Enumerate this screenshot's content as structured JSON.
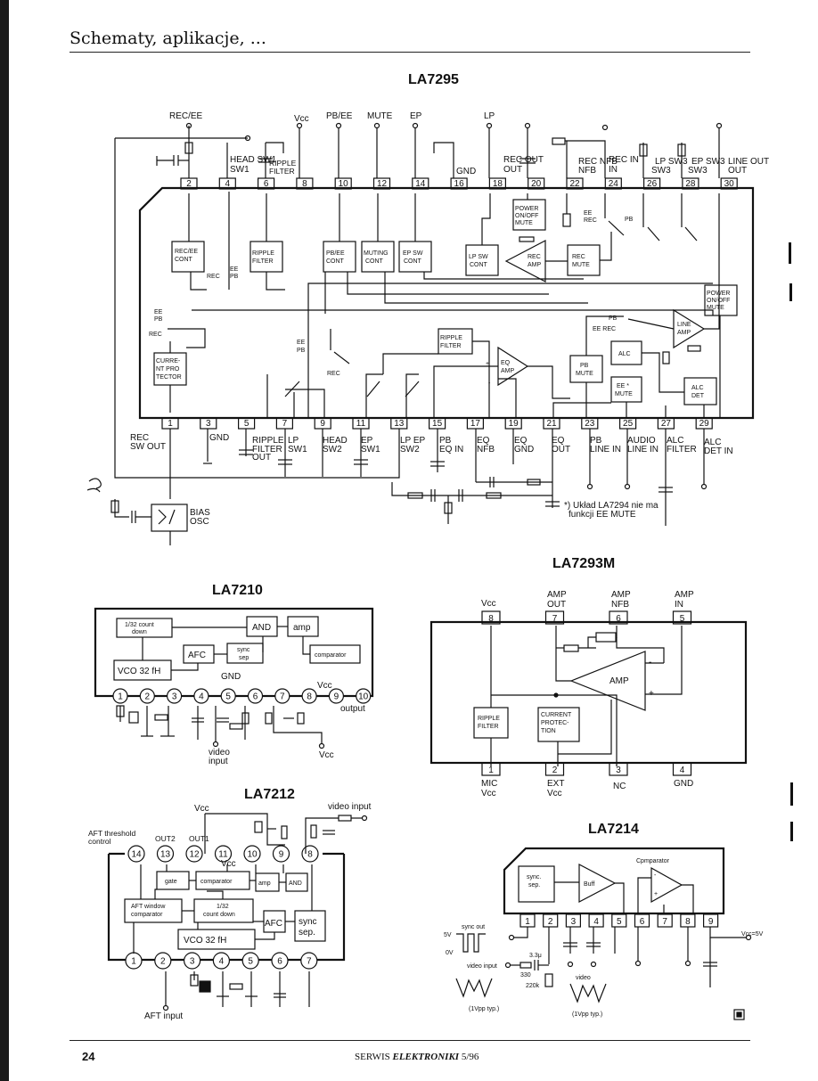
{
  "header": {
    "title": "Schematy, aplikacje, ..."
  },
  "footer": {
    "page_number": "24",
    "magazine": "SERWIS ",
    "magazine_brand": "ELEKTRONIKI",
    "issue": " 5/96"
  },
  "la7295": {
    "title": "LA7295",
    "top_labels": [
      "REC/EE",
      "Vcc",
      "PB/EE",
      "MUTE",
      "EP",
      "LP"
    ],
    "top_pins": [
      "2",
      "4",
      "6",
      "8",
      "10",
      "12",
      "14",
      "16",
      "18",
      "20",
      "22",
      "24",
      "26",
      "28",
      "30"
    ],
    "bottom_pins": [
      "1",
      "3",
      "5",
      "7",
      "9",
      "11",
      "13",
      "15",
      "17",
      "19",
      "21",
      "23",
      "25",
      "27",
      "29"
    ],
    "blocks": {
      "rec_ee_cont": "REC/EE CONT",
      "ripple_filter": "RIPPLE FILTER",
      "pb_ee_cont": "PB/EE CONT",
      "muting_cont": "MUTING CONT",
      "ep_sw_cont": "EP SW CONT",
      "lp_sw_cont": "LP SW CONT",
      "power_onoff_mute": "POWER ON/OFF MUTE",
      "rec_amp": "REC AMP",
      "rec_mute": "REC MUTE",
      "power_onoff_mute_2": "POWER ON/OFF MUTE",
      "line_amp": "LINE AMP",
      "alc": "ALC",
      "alc_det": "ALC DET",
      "ripple_filter_2": "RIPPLE FILTER",
      "eq_amp": "EQ AMP",
      "pb_mute": "PB MUTE",
      "ee_mute": "EE * MUTE",
      "current_protector": "CURRENT PRO TECTOR"
    },
    "pin_labels_top": [
      "HEAD SW1",
      "RIPPLE FILTER",
      "GND",
      "REC OUT",
      "REC NFB",
      "REC IN",
      "LP SW3",
      "EP SW3",
      "LINE OUT"
    ],
    "pin_labels_bottom": [
      "REC SW OUT",
      "GND",
      "RIPPLE FILTER OUT",
      "LP SW1",
      "HEAD SW2",
      "EP SW1",
      "LP EP SW2",
      "PB EQ IN",
      "EQ NFB",
      "EQ GND",
      "EQ OUT",
      "PB LINE IN",
      "AUDIO LINE IN",
      "ALC FILTER",
      "ALC DET IN"
    ],
    "switch_labels": [
      "EE",
      "PB",
      "REC",
      "EE",
      "PB",
      "REC",
      "EE",
      "PB",
      "REC",
      "EE",
      "REC",
      "PB"
    ],
    "bias_osc": "BIAS OSC",
    "note": "*) Układ LA7294 nie ma funkcji EE MUTE"
  },
  "la7293m": {
    "title": "LA7293M",
    "top_labels": [
      "Vcc",
      "AMP OUT",
      "AMP NFB",
      "AMP IN"
    ],
    "top_pins": [
      "8",
      "7",
      "6",
      "5"
    ],
    "bottom_pins": [
      "1",
      "2",
      "3",
      "4"
    ],
    "bottom_labels": [
      "MIC Vcc",
      "EXT Vcc",
      "NC",
      "GND"
    ],
    "blocks": {
      "amp": "AMP",
      "ripple_filter": "RIPPLE FILTER",
      "current_protection": "CURRENT PROTEC- TION"
    }
  },
  "la7210": {
    "title": "LA7210",
    "blocks": {
      "count": "1/32 count down",
      "and": "AND",
      "amp": "amp",
      "afc": "AFC",
      "sync_sep": "sync sep",
      "comparator": "comparator",
      "vco": "VCO 32 fH"
    },
    "pins": [
      "1",
      "2",
      "3",
      "4",
      "5",
      "6",
      "7",
      "8",
      "9",
      "10"
    ],
    "labels": {
      "gnd": "GND",
      "vcc": "Vcc",
      "output": "output",
      "video_input": "video input",
      "vcc_bottom": "Vcc"
    }
  },
  "la7212": {
    "title": "LA7212",
    "top_pins": [
      "14",
      "13",
      "12",
      "11",
      "10",
      "9",
      "8"
    ],
    "bottom_pins": [
      "1",
      "2",
      "3",
      "4",
      "5",
      "6",
      "7"
    ],
    "labels": {
      "vcc_top": "Vcc",
      "video_input": "video input",
      "aft_threshold": "AFT threshold control",
      "out2": "OUT2",
      "out1": "OUT1",
      "vcc_in": "Vcc",
      "aft_input": "AFT input"
    },
    "blocks": {
      "gate": "gate",
      "comparator": "comparator",
      "amp": "amp",
      "and": "AND",
      "aft_window": "AFT window comparator",
      "count": "1/32 count down",
      "afc": "AFC",
      "sync_sep": "sync sep.",
      "vco": "VCO 32 fH"
    }
  },
  "la7214": {
    "title": "LA7214",
    "pins": [
      "1",
      "2",
      "3",
      "4",
      "5",
      "6",
      "7",
      "8",
      "9"
    ],
    "blocks": {
      "sync_sep": "sync. sep.",
      "buff": "Buff",
      "comparator": "Cpmparator"
    },
    "labels": {
      "sync_out": "sync out",
      "5v": "5V",
      "0v": "0V",
      "video_input": "video input",
      "cap": "3.3μ",
      "r330": "330",
      "r220k": "220k",
      "video": "video",
      "vpp1": "(1Vpp typ.)",
      "vpp2": "(1Vpp typ.)",
      "vcc": "Vcc=5V"
    }
  }
}
